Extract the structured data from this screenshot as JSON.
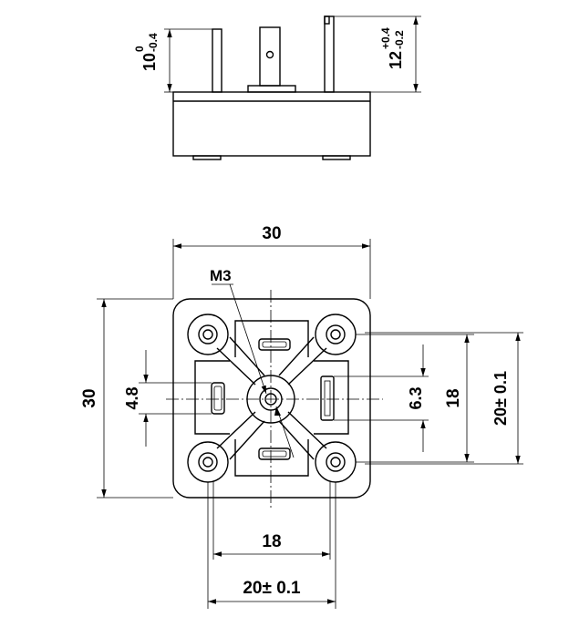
{
  "side_view": {
    "pin_height": {
      "base": "10",
      "tol_upper": "0",
      "tol_lower": "-0.4"
    },
    "total_height": {
      "base": "12",
      "tol_upper": "+0.4",
      "tol_lower": "-0.2"
    }
  },
  "top_view": {
    "width": "30",
    "height": "30",
    "thread": "M3",
    "slot_left": "4.8",
    "slot_right": "6.3",
    "inner_vertical": "18",
    "outer_vertical": "20± 0.1",
    "inner_horizontal": "18",
    "outer_horizontal": "20± 0.1"
  }
}
